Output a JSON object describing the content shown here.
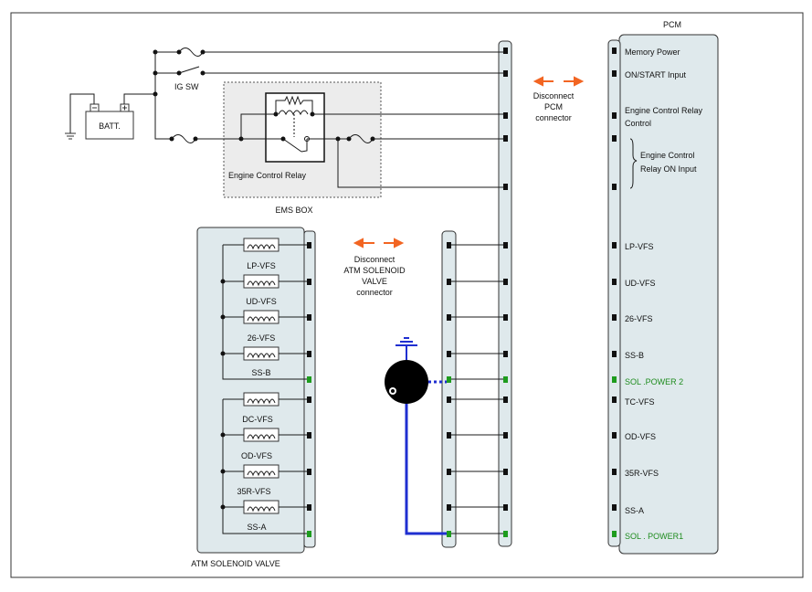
{
  "pcm": {
    "title": "PCM",
    "pins": [
      {
        "label": "Memory Power",
        "color": "#111111"
      },
      {
        "label": "ON/START Input",
        "color": "#111111"
      },
      {
        "label": "Engine Control Relay",
        "color": "#111111"
      },
      {
        "label": "Control",
        "color": "#111111"
      },
      {
        "label": "Engine Control",
        "color": "#111111"
      },
      {
        "label": "Relay ON Input",
        "color": "#111111"
      },
      {
        "label": "LP-VFS",
        "color": "#111111"
      },
      {
        "label": "UD-VFS",
        "color": "#111111"
      },
      {
        "label": "26-VFS",
        "color": "#111111"
      },
      {
        "label": "SS-B",
        "color": "#111111"
      },
      {
        "label": "SOL .POWER 2",
        "color": "#1e8c1e"
      },
      {
        "label": "TC-VFS",
        "color": "#111111"
      },
      {
        "label": "OD-VFS",
        "color": "#111111"
      },
      {
        "label": "35R-VFS",
        "color": "#111111"
      },
      {
        "label": "SS-A",
        "color": "#111111"
      },
      {
        "label": "SOL . POWER1",
        "color": "#1e8c1e"
      }
    ]
  },
  "disconnect_pcm": {
    "line1": "Disconnect",
    "line2": "PCM",
    "line3": "connector"
  },
  "disconnect_atm": {
    "line1": "Disconnect",
    "line2": "ATM SOLENOID",
    "line3": "VALVE",
    "line4": "connector"
  },
  "power": {
    "battery": "BATT.",
    "ig_sw": "IG SW",
    "ems_box": "EMS BOX",
    "relay": "Engine Control Relay"
  },
  "solenoid": {
    "title": "ATM SOLENOID VALVE",
    "coils": [
      "LP-VFS",
      "UD-VFS",
      "26-VFS",
      "SS-B",
      "DC-VFS",
      "OD-VFS",
      "35R-VFS",
      "SS-A"
    ]
  },
  "colors": {
    "arrow": "#f26522",
    "meter_lead": "#1f2fd0",
    "sol_power": "#1e9c1e",
    "panel": "#dfe9ec"
  }
}
